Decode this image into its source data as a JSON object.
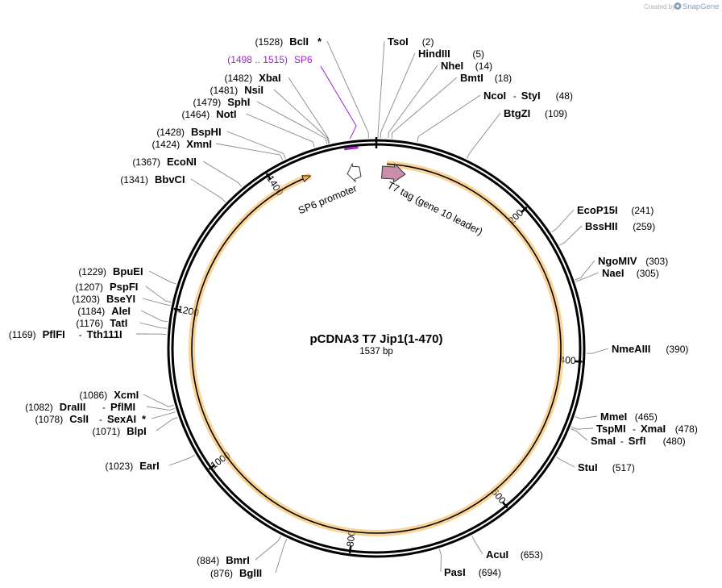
{
  "plasmid": {
    "name": "pCDNA3 T7 Jip1(1-470)",
    "length_text": "1537 bp",
    "length": 1537
  },
  "brand": {
    "created_by": "Created by",
    "name": "SnapGene"
  },
  "ticks": [
    {
      "pos": 200,
      "label": "200"
    },
    {
      "pos": 400,
      "label": "400"
    },
    {
      "pos": 600,
      "label": "600"
    },
    {
      "pos": 800,
      "label": "800"
    },
    {
      "pos": 1000,
      "label": "1000"
    },
    {
      "pos": 1200,
      "label": "1200"
    },
    {
      "pos": 1400,
      "label": "1400"
    }
  ],
  "primer": {
    "name": "SP6",
    "range_text": "(1498 .. 1515)",
    "start": 1498,
    "end": 1515,
    "color": "#a020d0"
  },
  "features": [
    {
      "name": "SP6 promoter",
      "start": 1498,
      "end": 1515,
      "direction": "reverse",
      "fill": "#ffffff"
    },
    {
      "name": "T7 tag (gene 10 leader)",
      "start": 1,
      "end": 33,
      "direction": "forward",
      "fill": "#c98fa8"
    }
  ],
  "orf_color": "#f5b041",
  "sites": [
    {
      "name": "BclI",
      "pos": 1528,
      "pos_text": "(1528)",
      "star": "*"
    },
    {
      "name": "TsoI",
      "pos": 2,
      "pos_text": "(2)"
    },
    {
      "name": "HindIII",
      "pos": 5,
      "pos_text": "(5)"
    },
    {
      "name": "NheI",
      "pos": 14,
      "pos_text": "(14)"
    },
    {
      "name": "BmtI",
      "pos": 18,
      "pos_text": "(18)"
    },
    {
      "name": "NcoI",
      "name2": "StyI",
      "pos": 48,
      "pos_text": "(48)"
    },
    {
      "name": "BtgZI",
      "pos": 109,
      "pos_text": "(109)"
    },
    {
      "name": "EcoP15I",
      "pos": 241,
      "pos_text": "(241)"
    },
    {
      "name": "BssHII",
      "pos": 259,
      "pos_text": "(259)"
    },
    {
      "name": "NgoMIV",
      "pos": 303,
      "pos_text": "(303)"
    },
    {
      "name": "NaeI",
      "pos": 305,
      "pos_text": "(305)"
    },
    {
      "name": "NmeAIII",
      "pos": 390,
      "pos_text": "(390)"
    },
    {
      "name": "MmeI",
      "pos": 465,
      "pos_text": "(465)"
    },
    {
      "name": "TspMI",
      "name2": "XmaI",
      "pos": 478,
      "pos_text": "(478)"
    },
    {
      "name": "SmaI",
      "name2": "SrfI",
      "pos": 480,
      "pos_text": "(480)"
    },
    {
      "name": "StuI",
      "pos": 517,
      "pos_text": "(517)"
    },
    {
      "name": "AcuI",
      "pos": 653,
      "pos_text": "(653)"
    },
    {
      "name": "PasI",
      "pos": 694,
      "pos_text": "(694)"
    },
    {
      "name": "BglII",
      "pos": 876,
      "pos_text": "(876)"
    },
    {
      "name": "BmrI",
      "pos": 884,
      "pos_text": "(884)"
    },
    {
      "name": "EarI",
      "pos": 1023,
      "pos_text": "(1023)"
    },
    {
      "name": "BlpI",
      "pos": 1071,
      "pos_text": "(1071)"
    },
    {
      "name": "CslI",
      "name2": "SexAI",
      "star": "*",
      "pos": 1078,
      "pos_text": "(1078)"
    },
    {
      "name": "DraIII",
      "name2": "PflMI",
      "pos": 1082,
      "pos_text": "(1082)"
    },
    {
      "name": "XcmI",
      "pos": 1086,
      "pos_text": "(1086)"
    },
    {
      "name": "PflFI",
      "name2": "Tth111I",
      "pos": 1169,
      "pos_text": "(1169)"
    },
    {
      "name": "TatI",
      "pos": 1176,
      "pos_text": "(1176)"
    },
    {
      "name": "AleI",
      "pos": 1184,
      "pos_text": "(1184)"
    },
    {
      "name": "BseYI",
      "pos": 1203,
      "pos_text": "(1203)"
    },
    {
      "name": "PspFI",
      "pos": 1207,
      "pos_text": "(1207)"
    },
    {
      "name": "BpuEI",
      "pos": 1229,
      "pos_text": "(1229)"
    },
    {
      "name": "BbvCI",
      "pos": 1341,
      "pos_text": "(1341)"
    },
    {
      "name": "EcoNI",
      "pos": 1367,
      "pos_text": "(1367)"
    },
    {
      "name": "XmnI",
      "pos": 1424,
      "pos_text": "(1424)"
    },
    {
      "name": "BspHI",
      "pos": 1428,
      "pos_text": "(1428)"
    },
    {
      "name": "NotI",
      "pos": 1464,
      "pos_text": "(1464)"
    },
    {
      "name": "SphI",
      "pos": 1479,
      "pos_text": "(1479)"
    },
    {
      "name": "NsiI",
      "pos": 1481,
      "pos_text": "(1481)"
    },
    {
      "name": "XbaI",
      "pos": 1482,
      "pos_text": "(1482)"
    }
  ]
}
